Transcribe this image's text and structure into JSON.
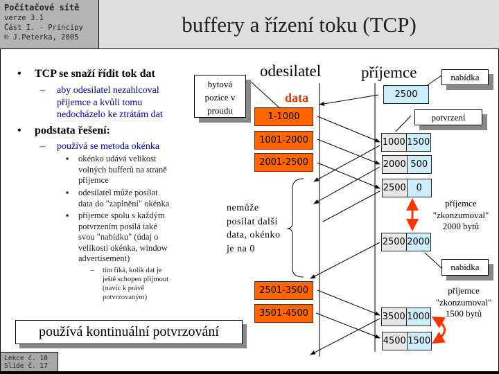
{
  "header": {
    "course": "Počítačové sítě",
    "version": "verze 3.1",
    "part": "Část I. - Principy",
    "copyright": "© J.Peterka, 2005",
    "title": "buffery a řízení toku (TCP)"
  },
  "footer": {
    "lecture": "Lekce č. 10",
    "slide": "Slide č. 17"
  },
  "bullets": {
    "b1": "TCP se snaží řídit tok dat",
    "b1_sub": [
      "aby odesilatel nezahlcoval",
      "příjemce a kvůli tomu",
      "nedocházelo ke ztrátám dat"
    ],
    "b2": "podstata řešení:",
    "b2_sub": "používá se metoda okénka",
    "items": [
      [
        "okénko udává velikost",
        "volných bufferů na straně",
        "příjemce"
      ],
      [
        "odesilatel může posílat",
        "data do \"zaplnění\" okénka"
      ],
      [
        "příjemce spolu s každým",
        "potvrzením posílá také",
        "svou \"nabídku\" (údaj o",
        "velikosti okénka, window",
        "advertisement)"
      ]
    ],
    "subsub": [
      "tím říká, kolik dat je",
      "ještě schopen přijmout",
      "(navíc k právě",
      "potvrzovaným)"
    ],
    "dash": "–",
    "dot": "•",
    "square": "▪"
  },
  "summary": "používá kontinuální potvrzování",
  "diagram": {
    "sender": "odesilatel",
    "receiver": "příjemce",
    "data_label": "data",
    "callout_position": [
      "bytová",
      "pozice v",
      "proudu"
    ],
    "callout_offer": "nabídka",
    "callout_ack": "potvrzení",
    "initial_offer": "2500",
    "segments": [
      "1-1000",
      "1001-2000",
      "2001-2500",
      "2501-3500",
      "3501-4500"
    ],
    "acks": [
      [
        "1000",
        "1500"
      ],
      [
        "2000",
        "500"
      ],
      [
        "2500",
        "0"
      ],
      [
        "2500",
        "2000"
      ],
      [
        "3500",
        "1000"
      ],
      [
        "4500",
        "1500"
      ]
    ],
    "blocked": [
      "nemůže",
      "posílat další",
      "data, okénko",
      "je na 0"
    ],
    "consumed1": [
      "příjemce",
      "\"zkonzumoval\"",
      "2000 bytů"
    ],
    "consumed2": [
      "příjemce",
      "\"zkonzumoval\"",
      "1500 bytů"
    ],
    "colors": {
      "segment": "#ff6600",
      "offer": "#cdeeff",
      "ack": "#e8e8e8",
      "highlight": "#ff3300"
    }
  }
}
